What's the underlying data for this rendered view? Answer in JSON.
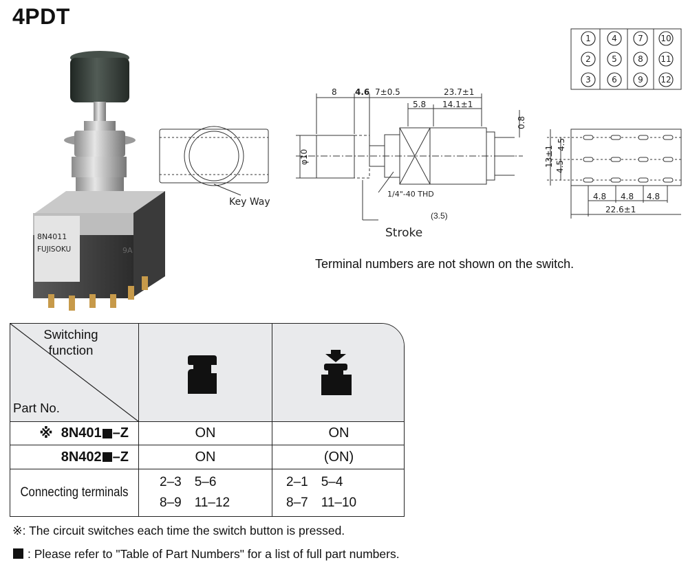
{
  "title": "4PDT",
  "photo": {
    "model": "8N4011",
    "brand": "FUJISOKU",
    "mark": "9A"
  },
  "drawing": {
    "key_way_label": "Key Way",
    "thread_label": "1/4\"-40 THD",
    "stroke_label": "Stroke",
    "stroke_value": "(3.5)",
    "dims": {
      "d8": "8",
      "d46": "4.6",
      "d7": "7±0.5",
      "d237": "23.7±1",
      "d58": "5.8",
      "d141": "14.1±1",
      "d08": "0.8",
      "phi10": "φ10",
      "d13": "13±1",
      "d45a": "4.5",
      "d45b": "4.5",
      "p48a": "4.8",
      "p48b": "4.8",
      "p48c": "4.8",
      "d226": "22.6±1"
    },
    "terminals": [
      "1",
      "4",
      "7",
      "10",
      "2",
      "5",
      "8",
      "11",
      "3",
      "6",
      "9",
      "12"
    ]
  },
  "terminal_note": "Terminal numbers are not shown on the switch.",
  "table": {
    "switching_function_line1": "Switching",
    "switching_function_line2": "function",
    "part_no": "Part No.",
    "rows": [
      {
        "mark": "※",
        "part_prefix": "8N401",
        "part_suffix": "–Z",
        "off": "ON",
        "on": "ON"
      },
      {
        "mark": "",
        "part_prefix": "8N402",
        "part_suffix": "–Z",
        "off": "ON",
        "on": "(ON)"
      }
    ],
    "connecting_label": "Connecting terminals",
    "connecting_off": [
      "2–3　5–6",
      "8–9　11–12"
    ],
    "connecting_on": [
      "2–1　5–4",
      "8–7　11–10"
    ]
  },
  "notes": {
    "note1_mark": "※",
    "note1": ": The circuit switches each time the switch button is pressed.",
    "note2": ": Please refer to \"Table of Part Numbers\" for a list of full part numbers."
  },
  "colors": {
    "header_bg": "#e9eaec",
    "ink": "#111111",
    "cap": "#3e4641"
  }
}
